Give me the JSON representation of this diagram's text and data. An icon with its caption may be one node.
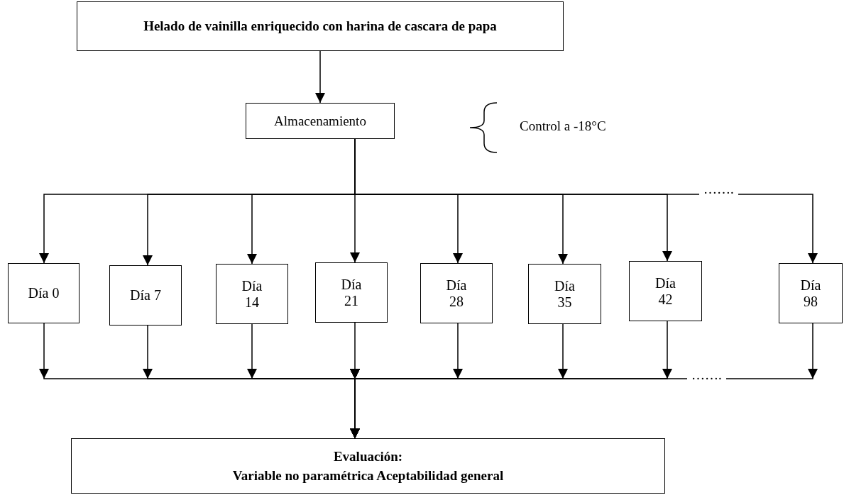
{
  "diagram": {
    "nodes": [
      {
        "text": [
          "Helado de vainilla enriquecido con harina de cascara de papa"
        ]
      },
      {
        "text": [
          "Almacenamiento"
        ]
      },
      {
        "text": [
          "Día 0"
        ]
      },
      {
        "text": [
          "Día 7"
        ]
      },
      {
        "text": [
          "Día 14"
        ]
      },
      {
        "text": [
          "Día 21"
        ]
      },
      {
        "text": [
          "Día 28"
        ]
      },
      {
        "text": [
          "Día 35"
        ]
      },
      {
        "text": [
          "Día 42"
        ]
      },
      {
        "text": [
          "Día 98"
        ]
      },
      {
        "text": [
          "Evaluación:",
          "Variable no paramétrica Aceptabilidad general"
        ]
      }
    ],
    "edges": [
      {
        "from": 0,
        "to": 1,
        "arrow": "to"
      },
      {
        "from": 1,
        "to": 2,
        "arrow": "to"
      },
      {
        "from": 1,
        "to": 3,
        "arrow": "to"
      },
      {
        "from": 1,
        "to": 4,
        "arrow": "to"
      },
      {
        "from": 1,
        "to": 5,
        "arrow": "to"
      },
      {
        "from": 1,
        "to": 6,
        "arrow": "to"
      },
      {
        "from": 1,
        "to": 7,
        "arrow": "to"
      },
      {
        "from": 1,
        "to": 8,
        "arrow": "to"
      },
      {
        "from": 1,
        "to": 9,
        "arrow": "to"
      },
      {
        "from": 2,
        "to": 10,
        "arrow": "to"
      },
      {
        "from": 3,
        "to": 10,
        "arrow": "to"
      },
      {
        "from": 4,
        "to": 10,
        "arrow": "to"
      },
      {
        "from": 5,
        "to": 10,
        "arrow": "to"
      },
      {
        "from": 6,
        "to": 10,
        "arrow": "to"
      },
      {
        "from": 7,
        "to": 10,
        "arrow": "to"
      },
      {
        "from": 8,
        "to": 10,
        "arrow": "to"
      },
      {
        "from": 9,
        "to": 10,
        "arrow": "to"
      }
    ],
    "labels": [
      "Control a -18°C",
      "…….",
      "……."
    ]
  }
}
